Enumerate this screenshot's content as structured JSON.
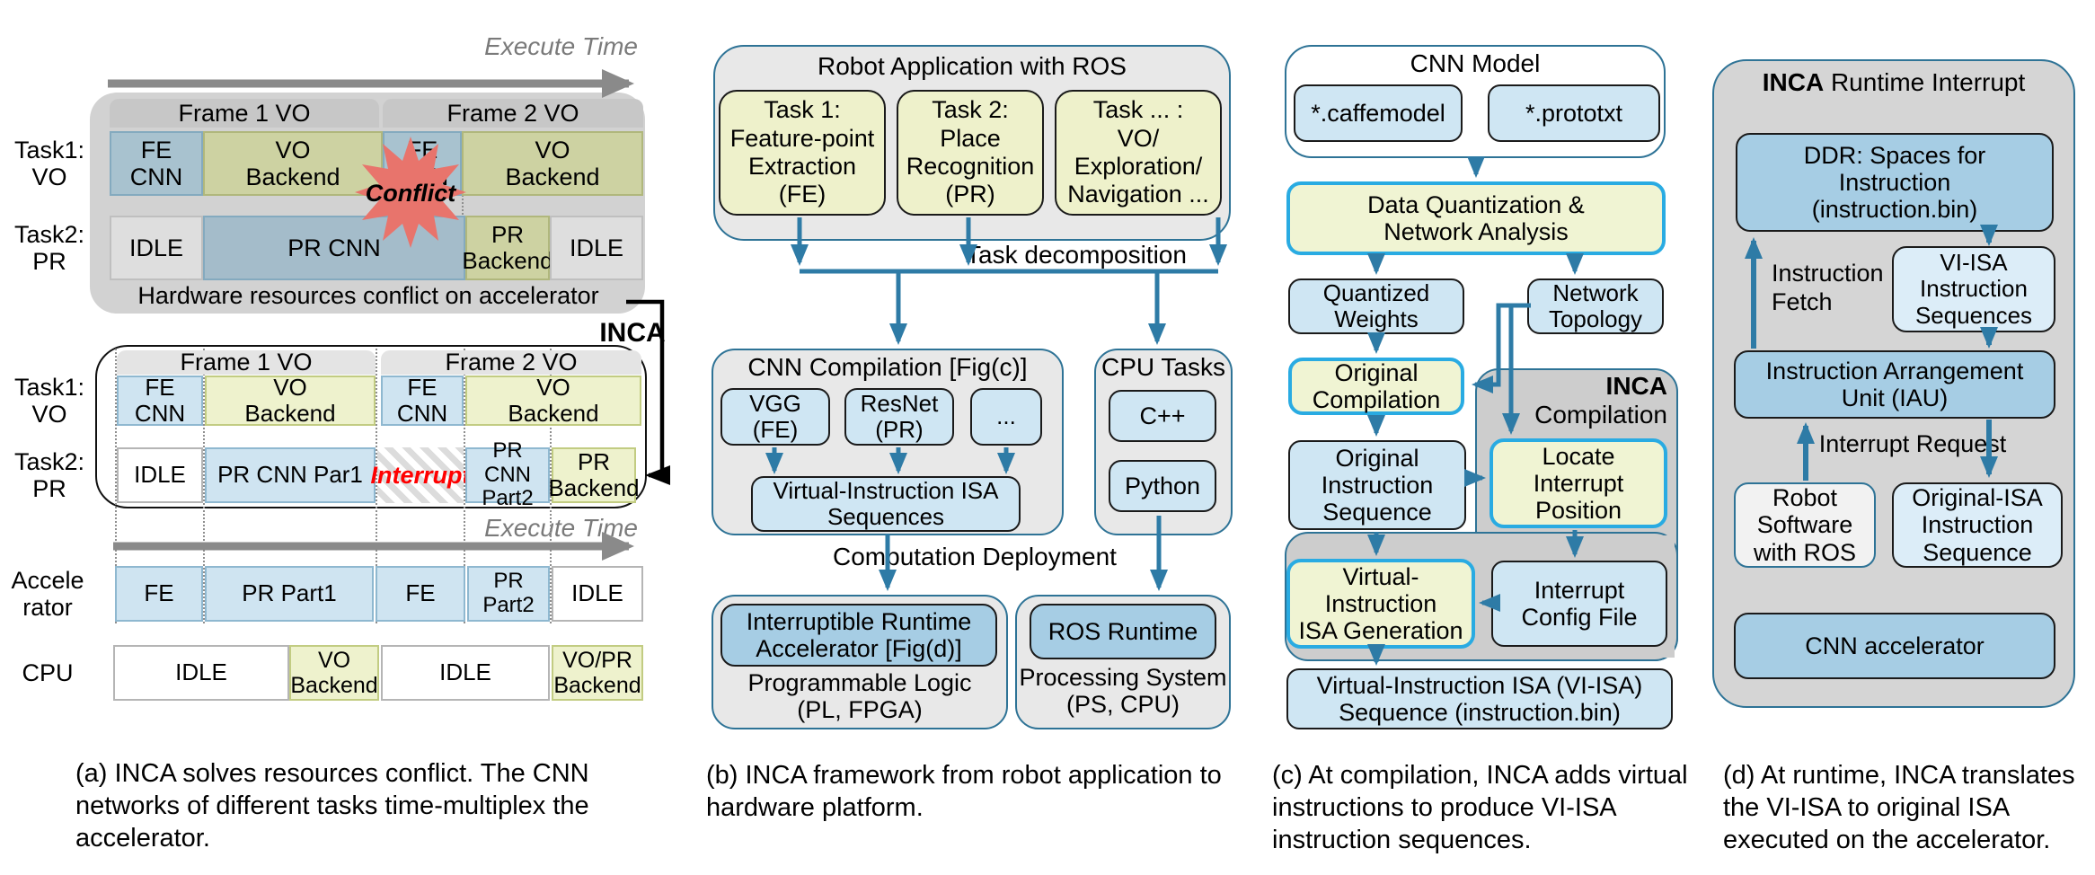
{
  "colors": {
    "arrow_blue": "#2e7ba6",
    "container_border": "#2e7396",
    "cell_blue": "#cfe4f1",
    "cell_olive": "#eef2cd",
    "box_blue": "#cfe6f3",
    "box_blue_medium": "#a6cde4",
    "box_yellow": "#f0f4d3",
    "highlight_cyan": "#29abe2",
    "conflict_star_red": "#e8746c",
    "interrupt_text_red": "#ff0000"
  },
  "panel_a": {
    "execute_time_top": "Execute Time",
    "execute_time_mid": "Execute Time",
    "labels": {
      "task1": "Task1:\nVO",
      "task2": "Task2:\nPR",
      "task1b": "Task1:\nVO",
      "task2b": "Task2:\nPR",
      "accel": "Accele\nrator",
      "cpu": "CPU"
    },
    "top": {
      "frame1": "Frame 1 VO",
      "frame2": "Frame 2 VO",
      "t1": [
        "FE\nCNN",
        "VO\nBackend",
        "FE\nCNN",
        "VO\nBackend"
      ],
      "t2": [
        "IDLE",
        "PR CNN",
        "PR\nBackend",
        "IDLE"
      ],
      "conflict": "Conflict",
      "note": "Hardware resources conflict on accelerator"
    },
    "inca": "INCA",
    "mid": {
      "frame1": "Frame 1 VO",
      "frame2": "Frame 2 VO",
      "t1": [
        "FE\nCNN",
        "VO\nBackend",
        "FE\nCNN",
        "VO\nBackend"
      ],
      "t2": [
        "IDLE",
        "PR CNN Par1",
        "Interrupt",
        "PR CNN\nPart2",
        "PR\nBackend"
      ]
    },
    "accel": [
      "FE",
      "PR Part1",
      "FE",
      "PR\nPart2",
      "IDLE"
    ],
    "cpu": [
      "IDLE",
      "VO\nBackend",
      "IDLE",
      "VO/PR\nBackend"
    ],
    "caption": "(a) INCA solves resources conflict. The CNN networks of different tasks time-multiplex the accelerator."
  },
  "panel_b": {
    "robot_title": "Robot Application with ROS",
    "tasks": [
      "Task 1:\nFeature-point\nExtraction\n(FE)",
      "Task 2:\nPlace\nRecognition\n(PR)",
      "Task ... :\nVO/\nExploration/\nNavigation ..."
    ],
    "task_decomposition": "Task decomposition",
    "cnn_comp_title": "CNN Compilation [Fig(c)]",
    "models": [
      "VGG\n(FE)",
      "ResNet\n(PR)",
      "..."
    ],
    "vi_isa_seq": "Virtual-Instruction ISA\nSequences",
    "cpu_tasks_title": "CPU Tasks",
    "langs": [
      "C++",
      "Python"
    ],
    "comp_deploy": "Computation Deployment",
    "ira": "Interruptible Runtime\nAccelerator [Fig(d)]",
    "pl_label": "Programmable Logic\n(PL, FPGA)",
    "ros_runtime": "ROS Runtime",
    "ps_label": "Processing System\n(PS, CPU)",
    "caption": "(b) INCA framework from robot application to hardware platform."
  },
  "panel_c": {
    "cnn_model_title": "CNN Model",
    "caffemodel": "*.caffemodel",
    "prototxt": "*.prototxt",
    "data_quant": "Data Quantization &\nNetwork Analysis",
    "quant_weights": "Quantized\nWeights",
    "net_topology": "Network\nTopology",
    "orig_comp": "Original\nCompilation",
    "inca_bold": "INCA",
    "inca_rest": "Compilation",
    "orig_instr_seq": "Original\nInstruction\nSequence",
    "locate": "Locate\nInterrupt\nPosition",
    "vi_gen": "Virtual-\nInstruction\nISA Generation",
    "int_config": "Interrupt\nConfig File",
    "vi_isa_seq": "Virtual-Instruction ISA (VI-ISA)\nSequence  (instruction.bin)",
    "caption": "(c) At compilation, INCA adds virtual instructions to produce VI-ISA instruction sequences."
  },
  "panel_d": {
    "title_bold": "INCA",
    "title_rest": " Runtime Interrupt",
    "ddr": "DDR: Spaces for\nInstruction\n(instruction.bin)",
    "vi_isa_seq": "VI-ISA\nInstruction\nSequences",
    "instr_fetch": "Instruction\nFetch",
    "iau": "Instruction Arrangement\nUnit (IAU)",
    "interrupt_req": "Interrupt Request",
    "robot_sw": "Robot\nSoftware\nwith ROS",
    "orig_isa": "Original-ISA\nInstruction\nSequence",
    "cnn_accel": "CNN accelerator",
    "caption": "(d) At runtime, INCA translates the VI-ISA to original ISA executed on the accelerator."
  }
}
